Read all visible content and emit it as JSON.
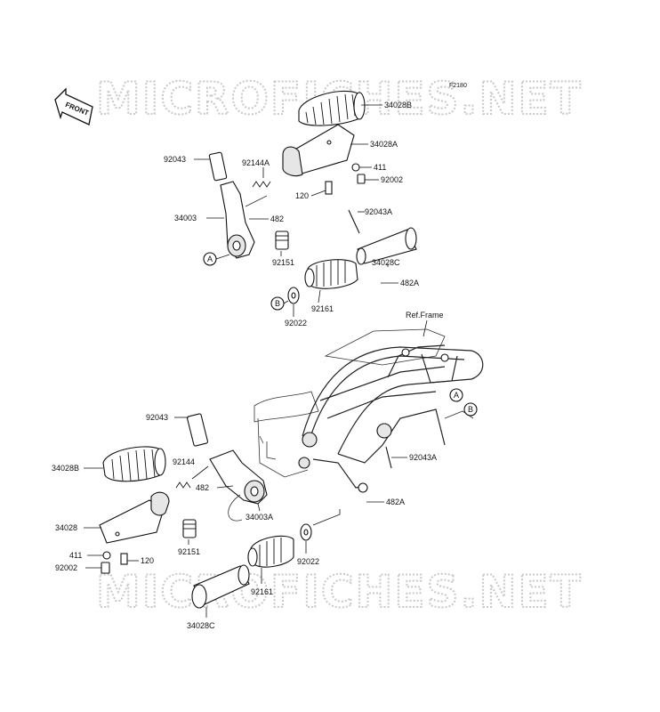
{
  "watermark": {
    "text": "MICROFICHES.NET"
  },
  "figure_code": "F2180",
  "front_badge": "FRONT",
  "ref_frame_label": "Ref.Frame",
  "callouts": {
    "A": "A",
    "B": "B"
  },
  "parts": {
    "p34028B_top": "34028B",
    "p34028A_top": "34028A",
    "p411_top": "411",
    "p92002_top": "92002",
    "p120_top": "120",
    "p92043_top": "92043",
    "p92144A_top": "92144A",
    "p34003_top": "34003",
    "p482_top": "482",
    "p92151_top": "92151",
    "p92043A_top": "92043A",
    "p34028C_top": "34028C",
    "p482A_top": "482A",
    "p92161_top": "92161",
    "p92022_top": "92022",
    "p92043_bot": "92043",
    "p34028B_bot": "34028B",
    "p92144_bot": "92144",
    "p482_bot": "482",
    "p34003A_bot": "34003A",
    "p34028_bot": "34028",
    "p411_bot": "411",
    "p92002_bot": "92002",
    "p120_bot": "120",
    "p92151_bot": "92151",
    "p92161_bot": "92161",
    "p34028C_bot": "34028C",
    "p92022_bot": "92022",
    "p92043A_bot": "92043A",
    "p482A_bot": "482A"
  }
}
